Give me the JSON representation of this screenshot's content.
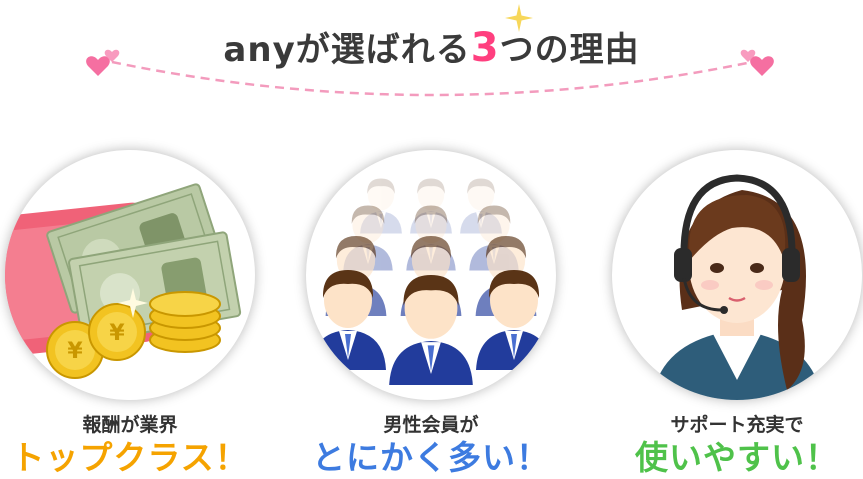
{
  "title": {
    "prefix": "anyが選ばれる",
    "number": "3",
    "suffix": "つの理由"
  },
  "colors": {
    "accent_pink": "#ff3f7f",
    "dash_pink": "#f39bbd",
    "orange": "#f5a300",
    "blue": "#3d7be0",
    "green": "#4fc24a"
  },
  "reasons": [
    {
      "subtitle": "報酬が業界",
      "headline": "トップクラス！",
      "image": "money-coins-illustration"
    },
    {
      "subtitle": "男性会員が",
      "headline": "とにかく多い！",
      "image": "businessmen-crowd-illustration"
    },
    {
      "subtitle": "サポート充実で",
      "headline": "使いやすい！",
      "image": "support-operator-illustration"
    }
  ]
}
